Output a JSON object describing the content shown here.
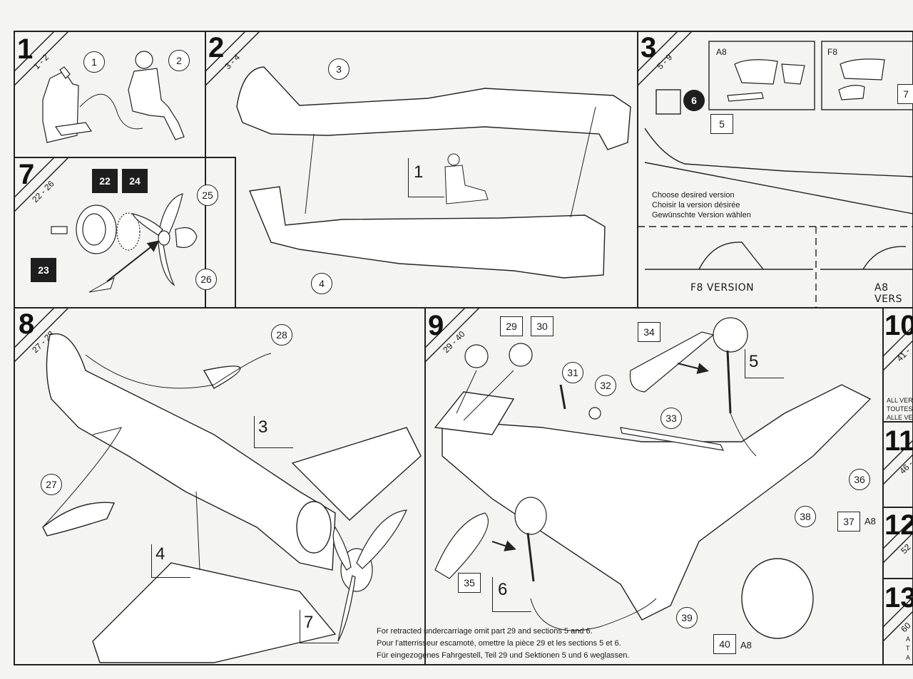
{
  "steps": {
    "s1": {
      "number": "1",
      "range": "1 - 2"
    },
    "s2": {
      "number": "2",
      "range": "3 - 4"
    },
    "s3": {
      "number": "3",
      "range": "5 - 9"
    },
    "s7": {
      "number": "7",
      "range": "22 - 26"
    },
    "s8": {
      "number": "8",
      "range": "27 - 28"
    },
    "s9": {
      "number": "9",
      "range": "29 - 40"
    },
    "s10": {
      "number": "10",
      "range": "41 -"
    },
    "s11": {
      "number": "11",
      "range": "46 -"
    },
    "s12": {
      "number": "12",
      "range": "52"
    },
    "s13": {
      "number": "13",
      "range": "60"
    }
  },
  "parts": {
    "p1": "1",
    "p2": "2",
    "p3": "3",
    "p4": "4",
    "p5": "5",
    "p6": "6",
    "p7": "7",
    "p22": "22",
    "p23": "23",
    "p24": "24",
    "p25": "25",
    "p26": "26",
    "p27": "27",
    "p28": "28",
    "p29": "29",
    "p30": "30",
    "p31": "31",
    "p32": "32",
    "p33": "33",
    "p34": "34",
    "p35": "35",
    "p36": "36",
    "p37": "37",
    "p38": "38",
    "p39": "39",
    "p40": "40"
  },
  "subassembly_refs": {
    "r1": "1",
    "r3": "3",
    "r4": "4",
    "r5": "5",
    "r6": "6",
    "r7": "7"
  },
  "versions": {
    "a8": "A8",
    "f8": "F8",
    "choose_en": "Choose desired version",
    "choose_fr": "Choisir la version désirée",
    "choose_de": "Gewünschte Version wählen",
    "f8_version": "F8 VERSION",
    "a8_version": "A8  VERS",
    "part37_tag": "A8",
    "part40_tag": "A8"
  },
  "all_versions": {
    "en": "ALL VER",
    "fr": "TOUTES",
    "de": "ALLE VE"
  },
  "step13_side": {
    "l1": "A",
    "l2": "T",
    "l3": "A"
  },
  "notes": {
    "en": "For retracted undercarriage omit part 29 and sections 5 and 6.",
    "fr": "Pour l'atterrisseur escamoté, omettre la pièce 29 et les sections 5 et 6.",
    "de": "Für eingezogenes Fahrgestell, Teil 29 und Sektionen 5 und 6 weglassen."
  }
}
